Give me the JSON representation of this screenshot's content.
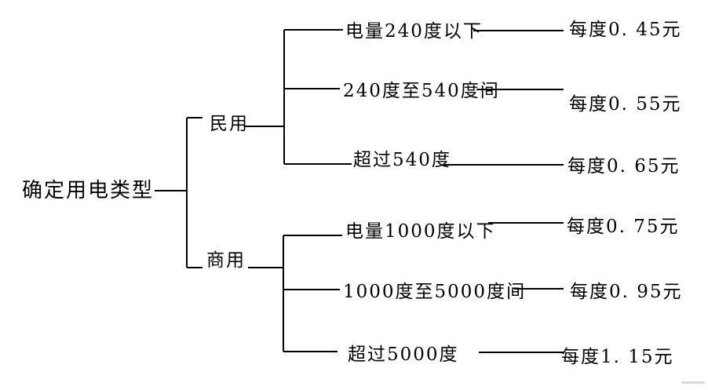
{
  "diagram": {
    "title_semantic": "electricity-pricing-decision-tree",
    "root": "确定用电类型",
    "branches": [
      {
        "label": "民用",
        "children": [
          {
            "condition": "电量240度以下",
            "price": "每度0. 45元"
          },
          {
            "condition": "240度至540度间",
            "price": "每度0. 55元"
          },
          {
            "condition": "超过540度",
            "price": "每度0. 65元"
          }
        ]
      },
      {
        "label": "商用",
        "children": [
          {
            "condition": "电量1000度以下",
            "price": "每度0. 75元"
          },
          {
            "condition": "1000度至5000度间",
            "price": "每度0. 95元"
          },
          {
            "condition": "超过5000度",
            "price": "每度1. 15元"
          }
        ]
      }
    ],
    "colors": {
      "background": "#ffffff",
      "line": "#000000",
      "text": "#000000"
    }
  }
}
